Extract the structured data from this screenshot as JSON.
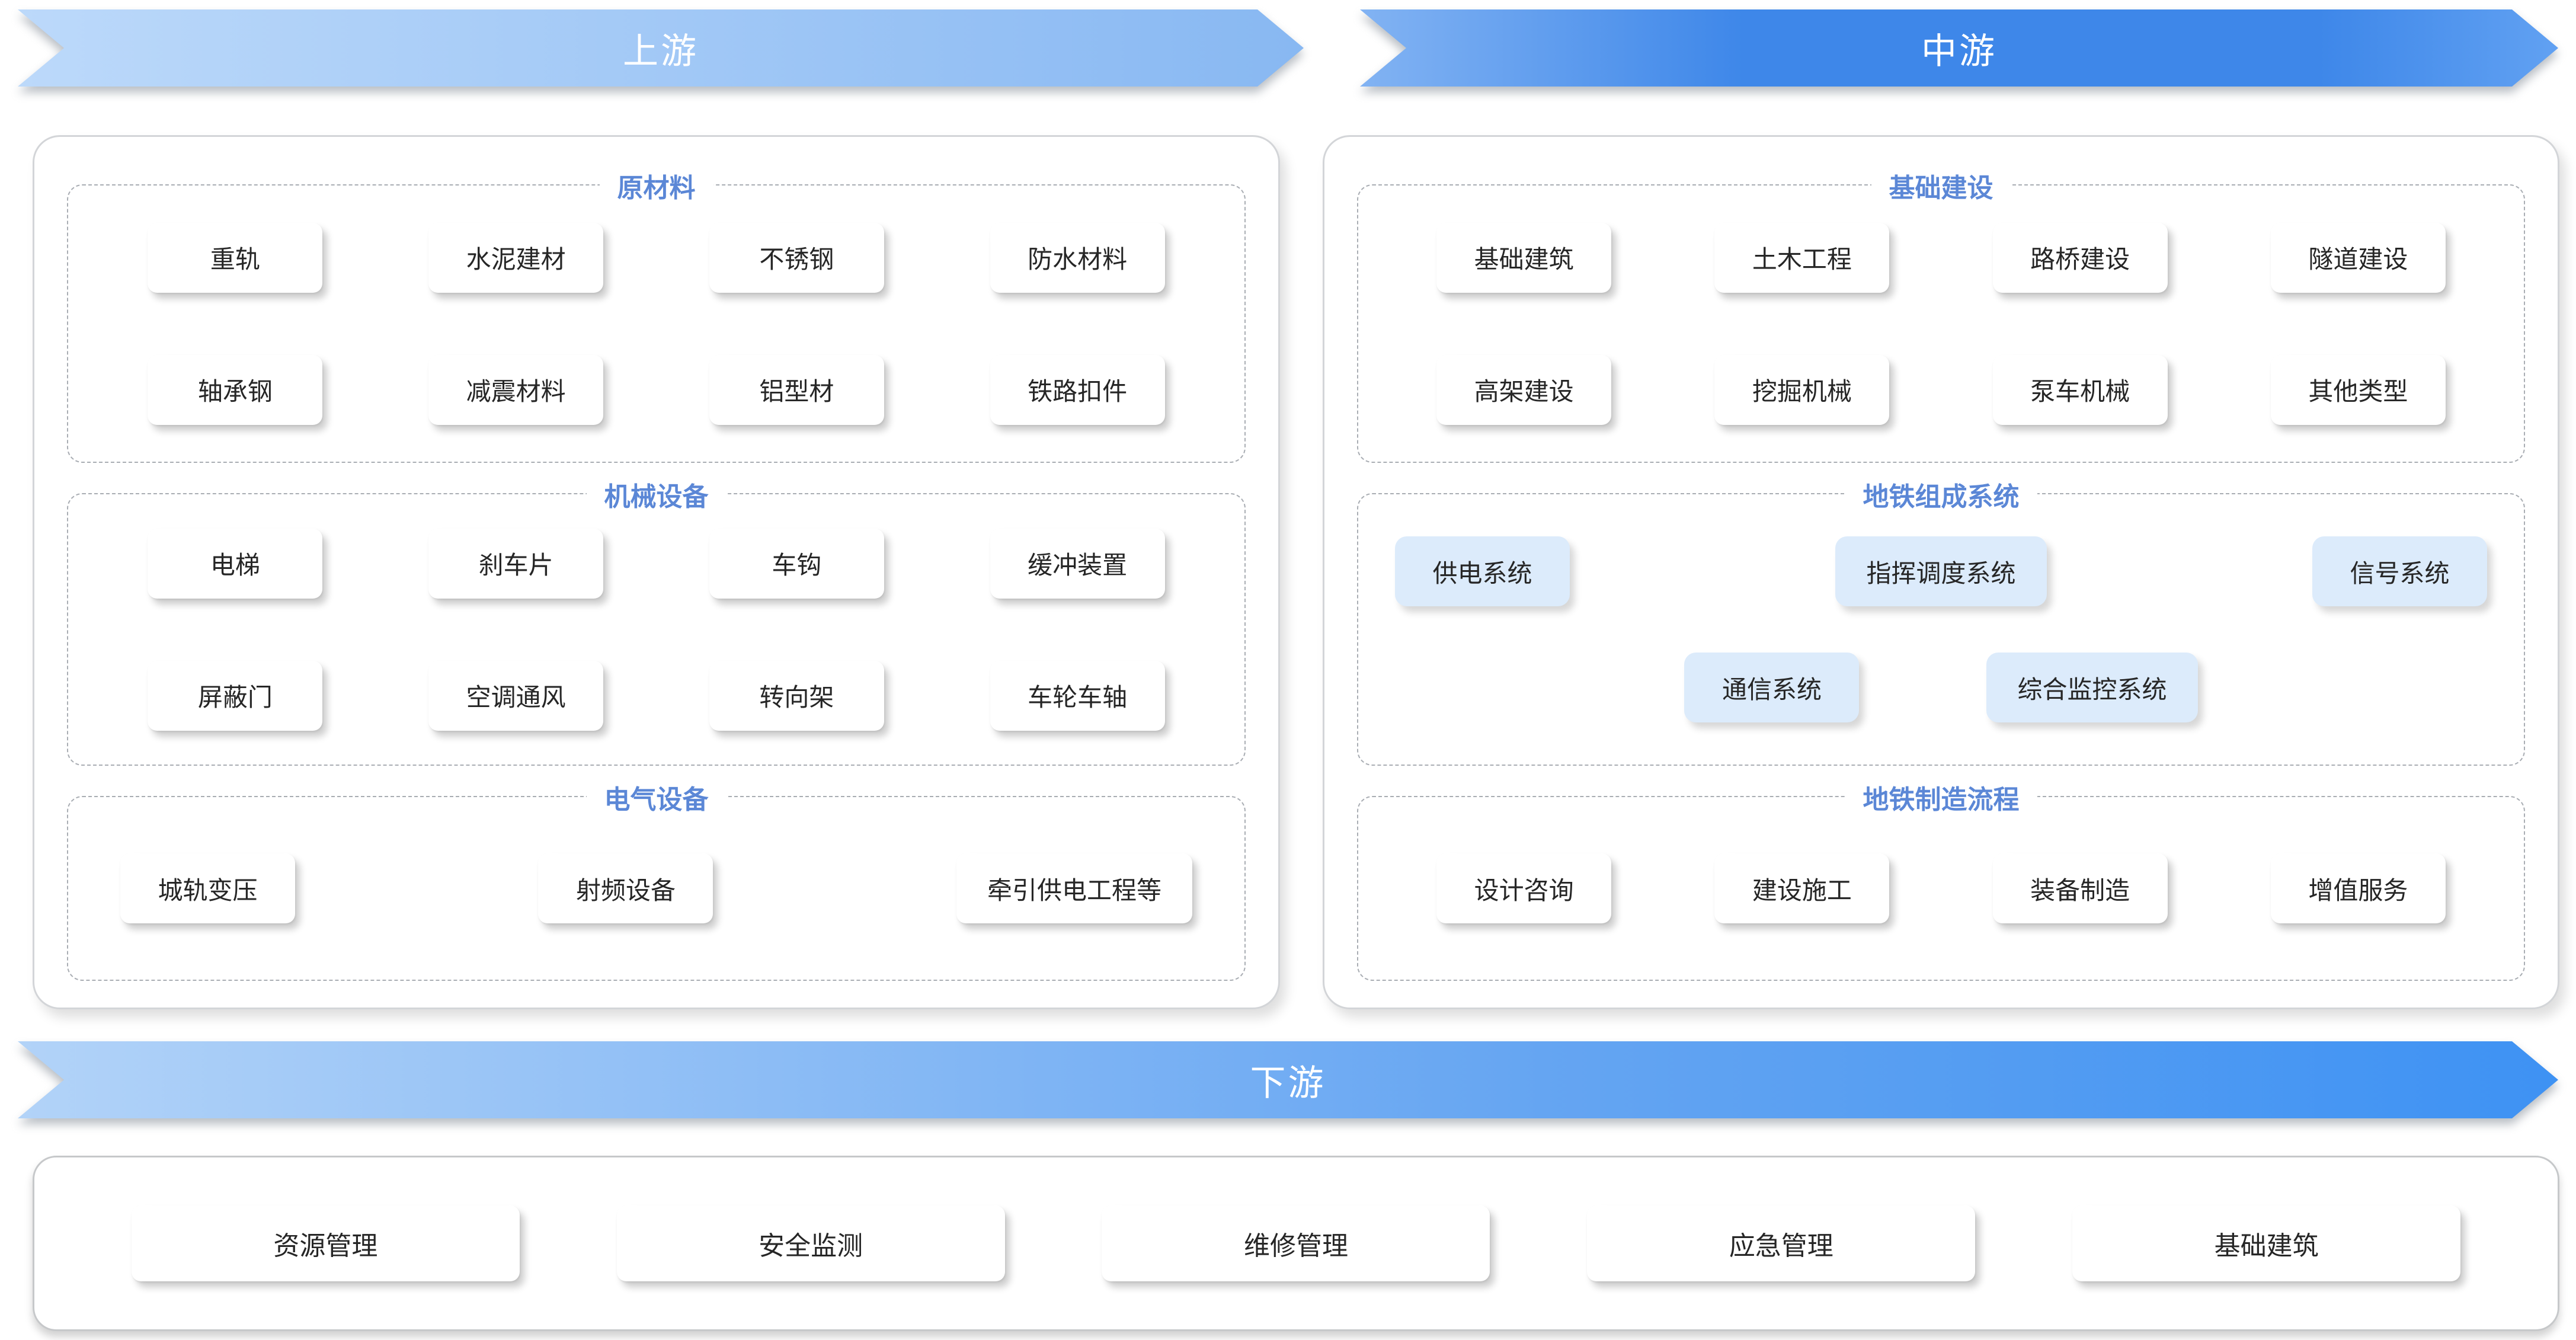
{
  "banners": {
    "upstream": "上游",
    "midstream": "中游",
    "downstream": "下游"
  },
  "upstream_panel": {
    "sections": [
      {
        "title": "原材料",
        "items": [
          "重轨",
          "水泥建材",
          "不锈钢",
          "防水材料",
          "轴承钢",
          "减震材料",
          "铝型材",
          "铁路扣件"
        ]
      },
      {
        "title": "机械设备",
        "items": [
          "电梯",
          "刹车片",
          "车钩",
          "缓冲装置",
          "屏蔽门",
          "空调通风",
          "转向架",
          "车轮车轴"
        ]
      },
      {
        "title": "电气设备",
        "items": [
          "城轨变压",
          "射频设备",
          "牵引供电工程等"
        ]
      }
    ]
  },
  "midstream_panel": {
    "sections": [
      {
        "title": "基础建设",
        "items": [
          "基础建筑",
          "土木工程",
          "路桥建设",
          "隧道建设",
          "高架建设",
          "挖掘机械",
          "泵车机械",
          "其他类型"
        ]
      },
      {
        "title": "地铁组成系统",
        "items_row1": [
          "供电系统",
          "指挥调度系统",
          "信号系统"
        ],
        "items_row2": [
          "通信系统",
          "综合监控系统"
        ]
      },
      {
        "title": "地铁制造流程",
        "items": [
          "设计咨询",
          "建设施工",
          "装备制造",
          "增值服务"
        ]
      }
    ]
  },
  "downstream_panel": {
    "items": [
      "资源管理",
      "安全监测",
      "维修管理",
      "应急管理",
      "基础建筑"
    ]
  },
  "colors": {
    "banner_light_blue": "#9cc4f4",
    "banner_dark_blue": "#3e87e9",
    "section_title_blue": "#5b87d6",
    "highlight_item_bg": "#dcebfb",
    "item_text": "#262626"
  }
}
